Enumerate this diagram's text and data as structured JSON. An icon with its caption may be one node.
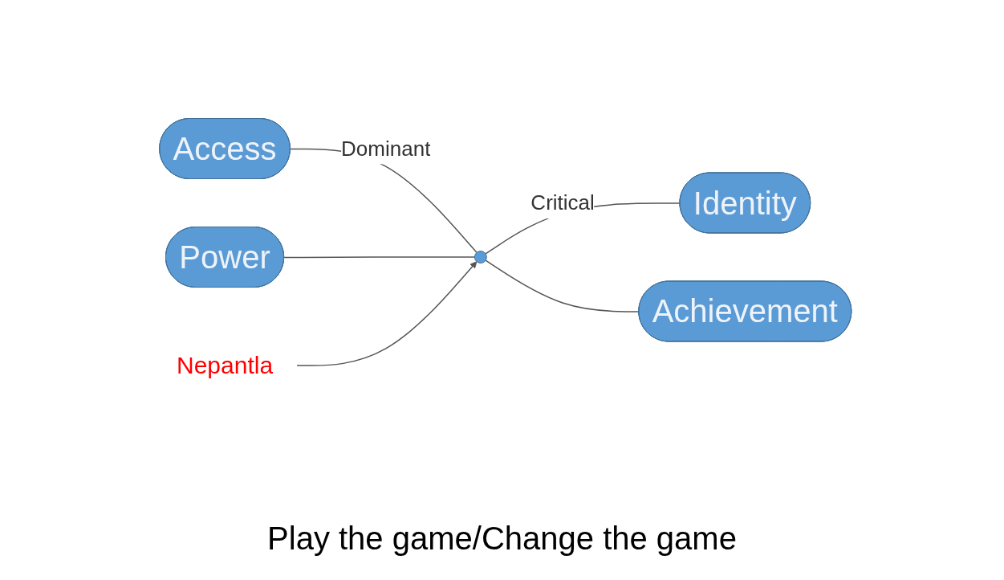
{
  "diagram": {
    "caption": "Play the game/Change the game",
    "nodes": [
      {
        "text": [
          "Access"
        ]
      },
      {
        "text": [
          "Identity"
        ]
      },
      {
        "text": [],
        "shape": "circle"
      },
      {
        "text": [
          "Power"
        ]
      },
      {
        "text": [
          "Achievement"
        ]
      },
      {
        "text": [
          "Nepantla"
        ]
      }
    ],
    "edges": [
      {
        "from": 0,
        "to": 2,
        "arrow": "none",
        "label": "Dominant"
      },
      {
        "from": 2,
        "to": 1,
        "arrow": "none",
        "label": "Critical"
      },
      {
        "from": 3,
        "to": 2,
        "arrow": "none"
      },
      {
        "from": 2,
        "to": 4,
        "arrow": "none"
      },
      {
        "from": 5,
        "to": 2,
        "arrow": "to"
      }
    ]
  }
}
